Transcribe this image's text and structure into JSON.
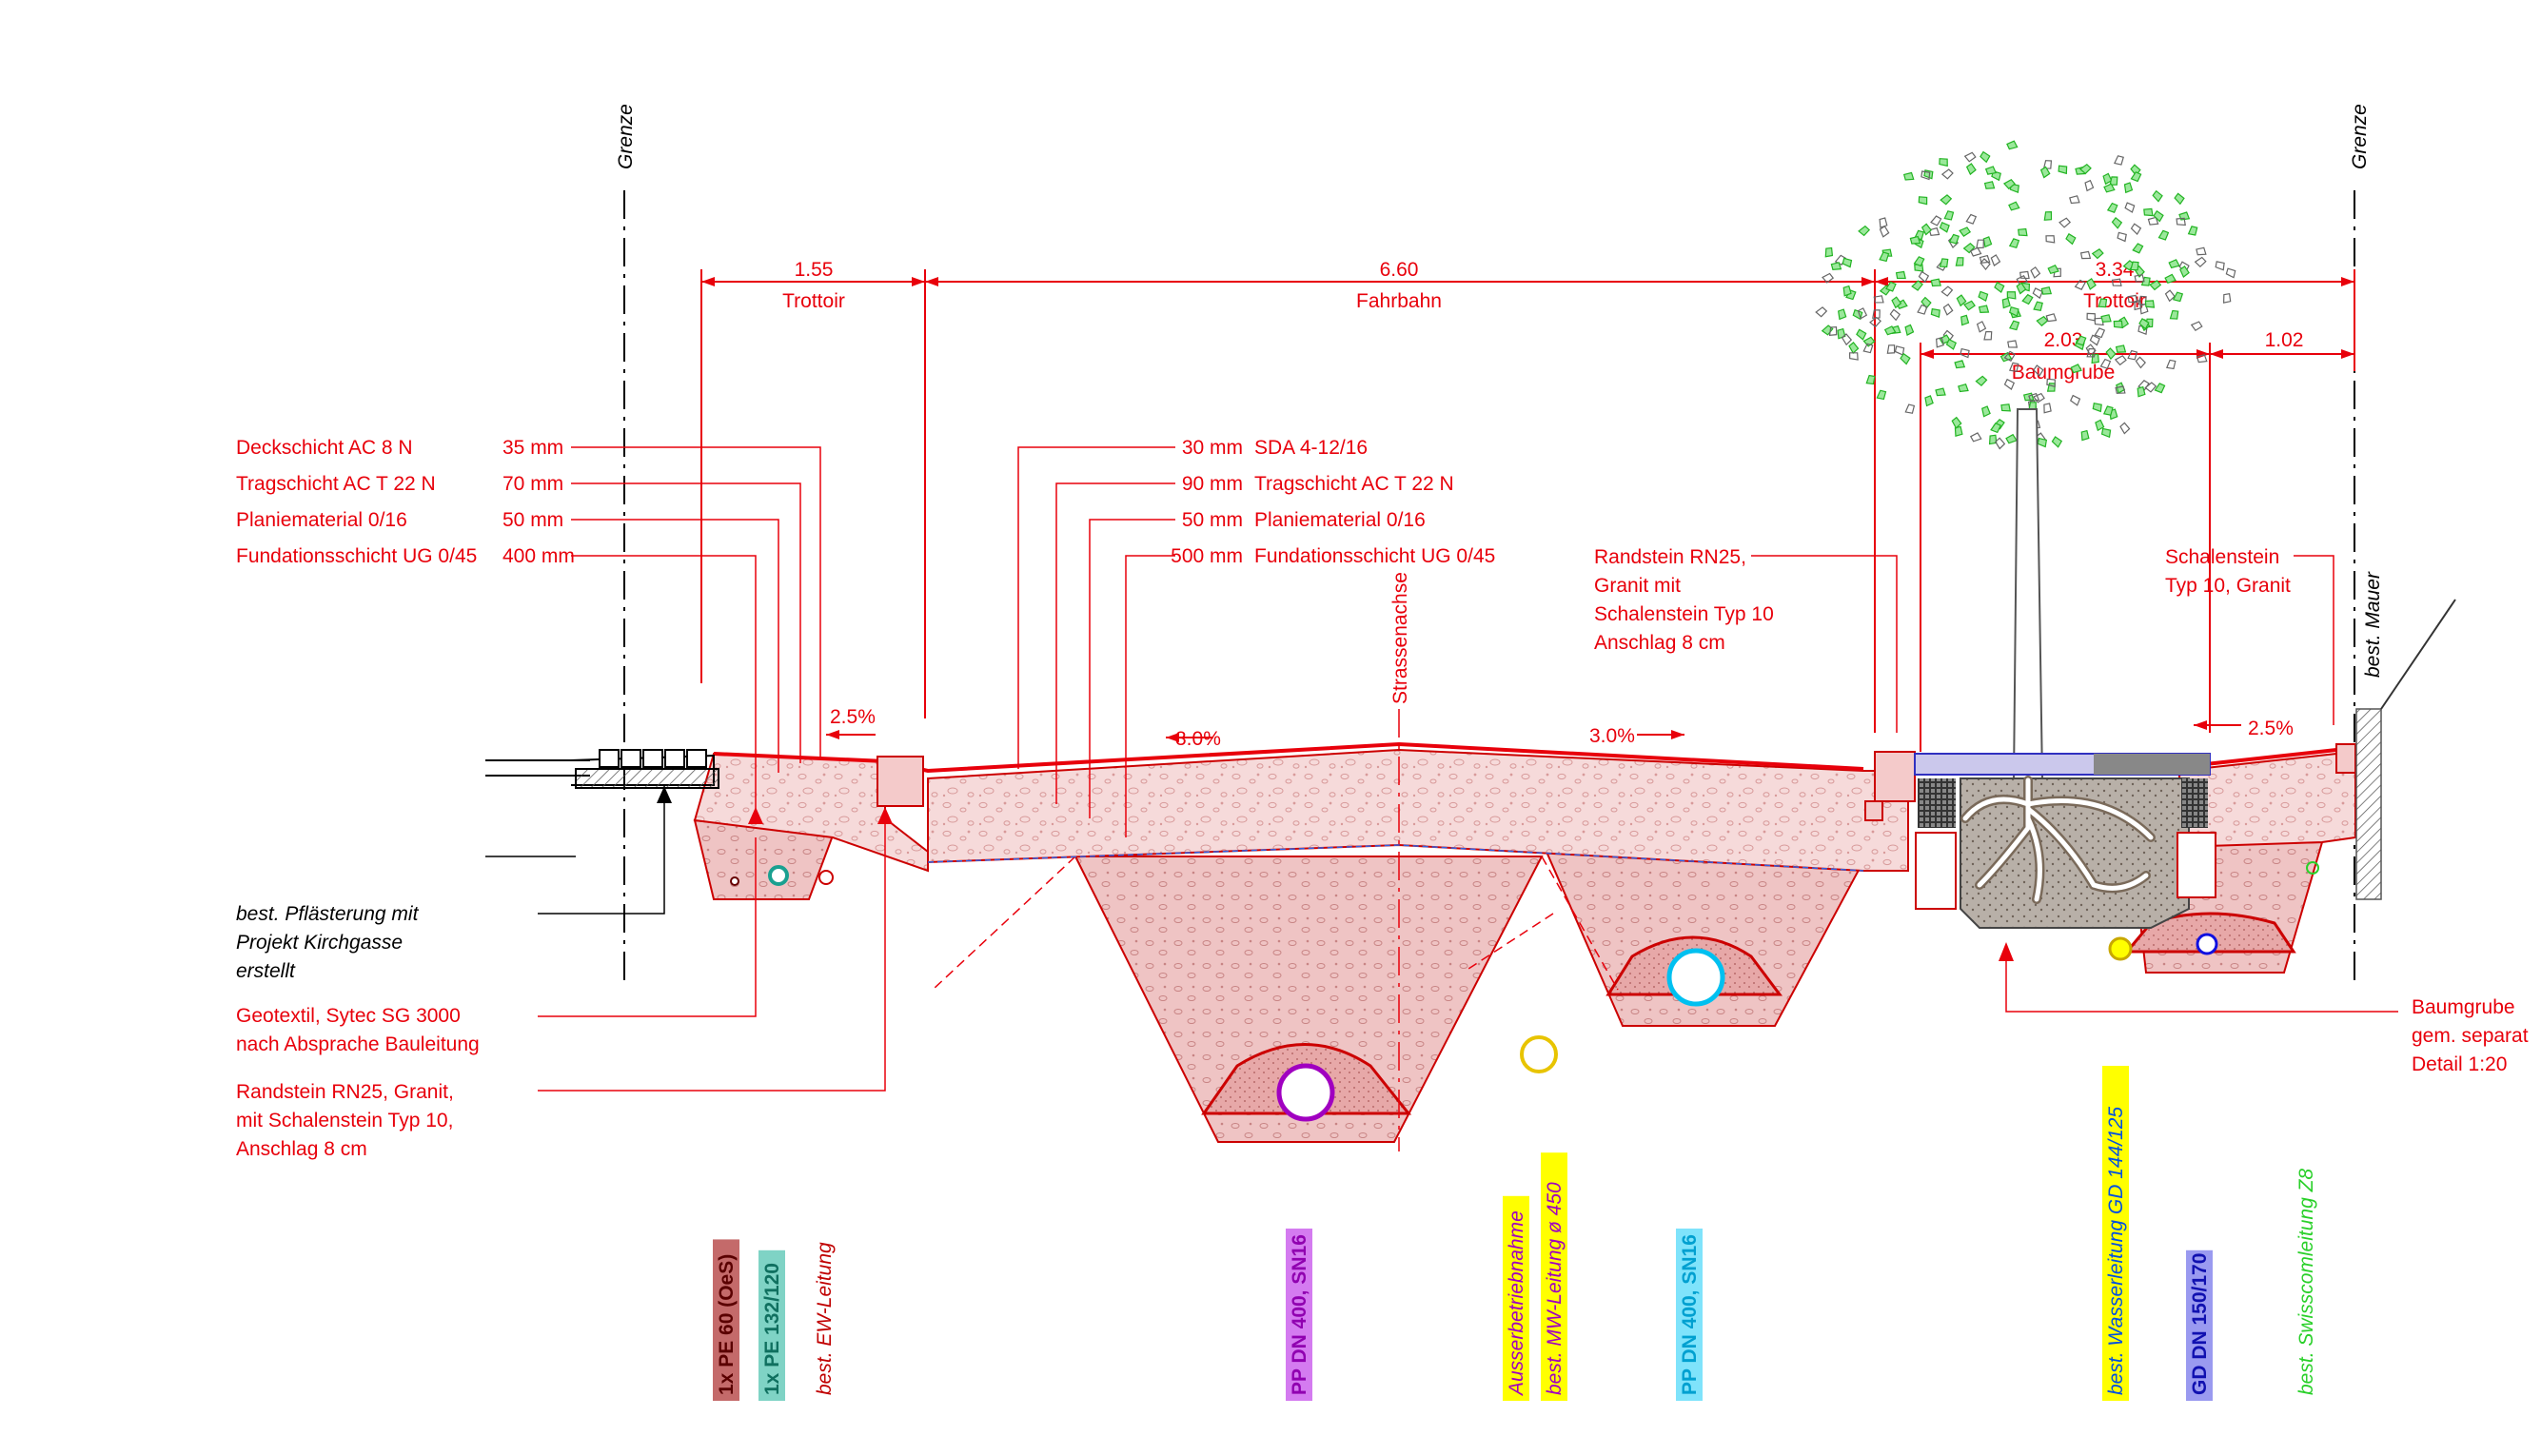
{
  "boundaries": {
    "left": "Grenze",
    "right": "Grenze"
  },
  "dimensions": {
    "trottoir_left": {
      "value": "1.55",
      "label": "Trottoir"
    },
    "fahrbahn": {
      "value": "6.60",
      "label": "Fahrbahn"
    },
    "trottoir_right": {
      "value": "3.34",
      "label": "Trottoir"
    },
    "baumgrube": {
      "value": "2.03",
      "label": "Baumgrube"
    },
    "right_offset": {
      "value": "1.02"
    }
  },
  "layers_left": [
    {
      "name": "Deckschicht AC 8 N",
      "thickness": "35 mm"
    },
    {
      "name": "Tragschicht AC T 22 N",
      "thickness": "70 mm"
    },
    {
      "name": "Planiematerial 0/16",
      "thickness": "50 mm"
    },
    {
      "name": "Fundationsschicht UG 0/45",
      "thickness": "400 mm"
    }
  ],
  "layers_road": [
    {
      "thickness": "30 mm",
      "name": "SDA 4-12/16"
    },
    {
      "thickness": "90 mm",
      "name": "Tragschicht AC T 22 N"
    },
    {
      "thickness": "50 mm",
      "name": "Planiematerial 0/16"
    },
    {
      "thickness": "500 mm",
      "name": "Fundationsschicht UG 0/45"
    }
  ],
  "slopes": {
    "left_trottoir": "2.5%",
    "road_left": "3.0%",
    "road_right": "3.0%",
    "right_trottoir": "2.5%"
  },
  "axis_label": "Strassenachse",
  "notes": {
    "randstein_right": [
      "Randstein RN25,",
      "Granit mit",
      "Schalenstein Typ 10",
      "Anschlag 8 cm"
    ],
    "schalenstein": [
      "Schalenstein",
      "Typ 10, Granit"
    ],
    "mauer": "best. Mauer",
    "pflaesterung": [
      "best. Pflästerung mit",
      "Projekt Kirchgasse",
      "erstellt"
    ],
    "geotextil": [
      "Geotextil, Sytec SG 3000",
      "nach Absprache Bauleitung"
    ],
    "randstein_left": [
      "Randstein RN25, Granit,",
      "mit Schalenstein Typ 10,",
      "Anschlag 8 cm"
    ],
    "baumgrube_note": [
      "Baumgrube",
      "gem. separat",
      "Detail 1:20"
    ]
  },
  "pipe_labels": [
    {
      "text": "1x PE 60 (OeS)",
      "color": "#c46a6a",
      "bg": "#c46a6a",
      "fg": "#5a0000"
    },
    {
      "text": "1x PE 132/120",
      "color": "#38b2a0",
      "bg": "#7fd3c5",
      "fg": "#107060"
    },
    {
      "text": "best. EW-Leitung",
      "color": "#c00000",
      "bg": "",
      "fg": "#c00000"
    },
    {
      "text": "PP DN 400, SN16",
      "color": "#c000d0",
      "bg": "#d47bf0",
      "fg": "#9000b0"
    },
    {
      "text": "Ausserbetriebnahme",
      "color": "#ffff00",
      "bg": "#ffff00",
      "fg": "#a000c0"
    },
    {
      "text": "best. MW-Leitung ø 450",
      "color": "#ffff00",
      "bg": "#ffff00",
      "fg": "#a000c0"
    },
    {
      "text": "PP DN 400, SN16",
      "color": "#00c8f0",
      "bg": "#7fe3fb",
      "fg": "#00a0d0"
    },
    {
      "text": "best. Wasserleitung GD 144/125",
      "color": "#ffff00",
      "bg": "#ffff00",
      "fg": "#0050e0"
    },
    {
      "text": "GD DN 150/170",
      "color": "#3030e0",
      "bg": "#9a9af0",
      "fg": "#1010b0"
    },
    {
      "text": "best. Swisscomleitung Z8",
      "color": "#2ad02a",
      "bg": "",
      "fg": "#2ad02a"
    }
  ]
}
